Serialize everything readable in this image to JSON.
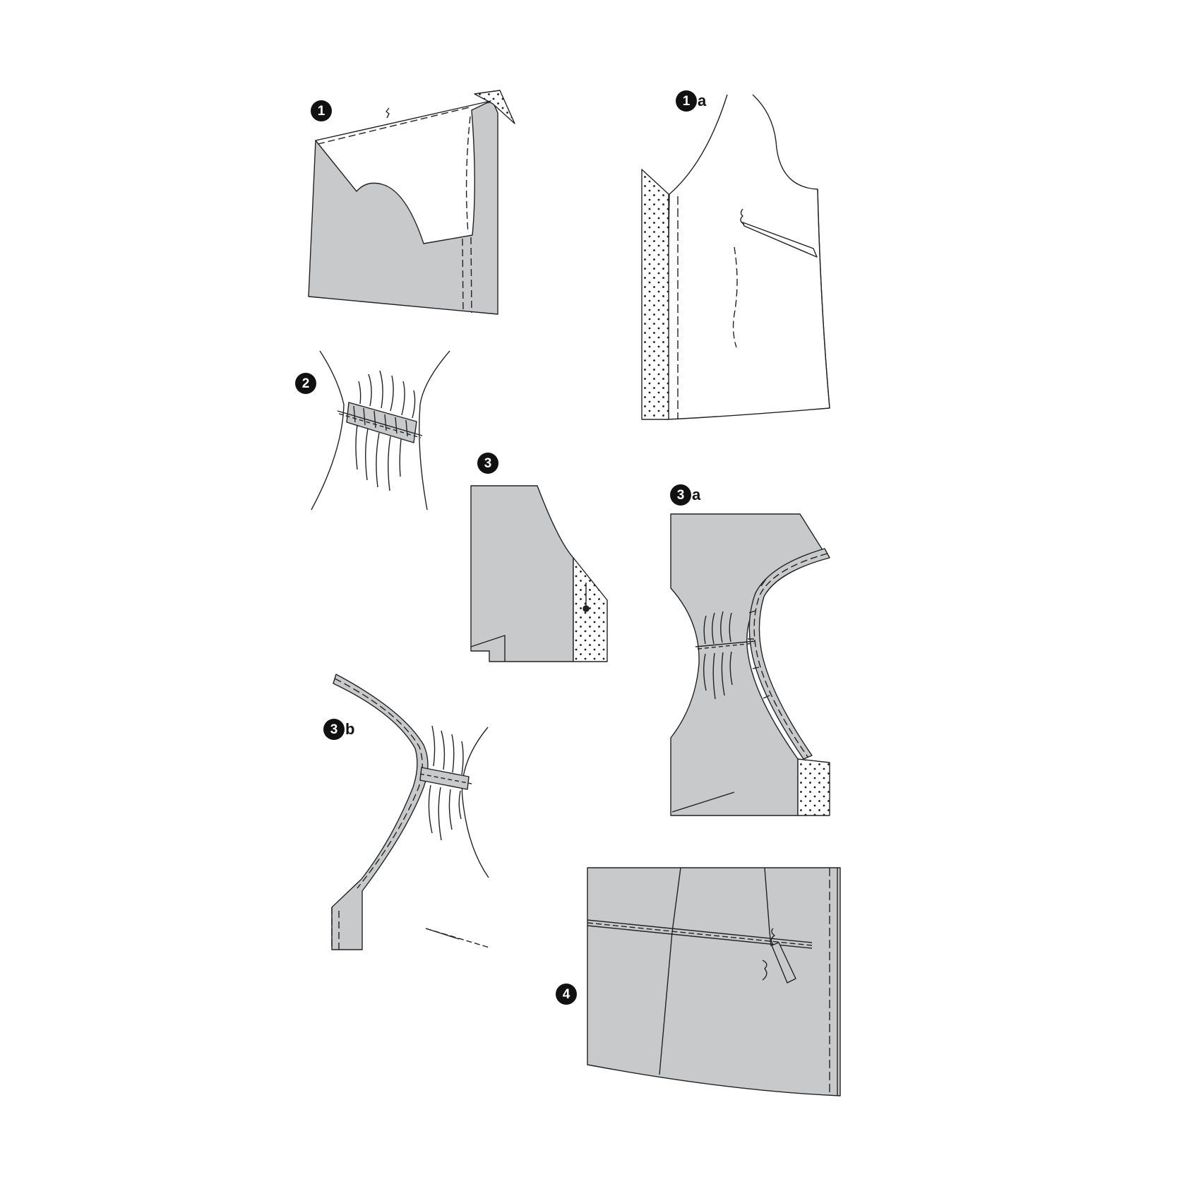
{
  "steps": [
    {
      "id": "s1",
      "number": "1",
      "suffix": ""
    },
    {
      "id": "s1a",
      "number": "1",
      "suffix": "a"
    },
    {
      "id": "s2",
      "number": "2",
      "suffix": ""
    },
    {
      "id": "s3",
      "number": "3",
      "suffix": ""
    },
    {
      "id": "s3a",
      "number": "3",
      "suffix": "a"
    },
    {
      "id": "s3b",
      "number": "3",
      "suffix": "b"
    },
    {
      "id": "s4",
      "number": "4",
      "suffix": ""
    }
  ],
  "colors": {
    "fabric_right_side": "#c8c9cb",
    "fabric_wrong_side": "#ffffff",
    "interfacing_dots": "#1a1a1a",
    "outline": "#222222",
    "badge": "#111111"
  }
}
